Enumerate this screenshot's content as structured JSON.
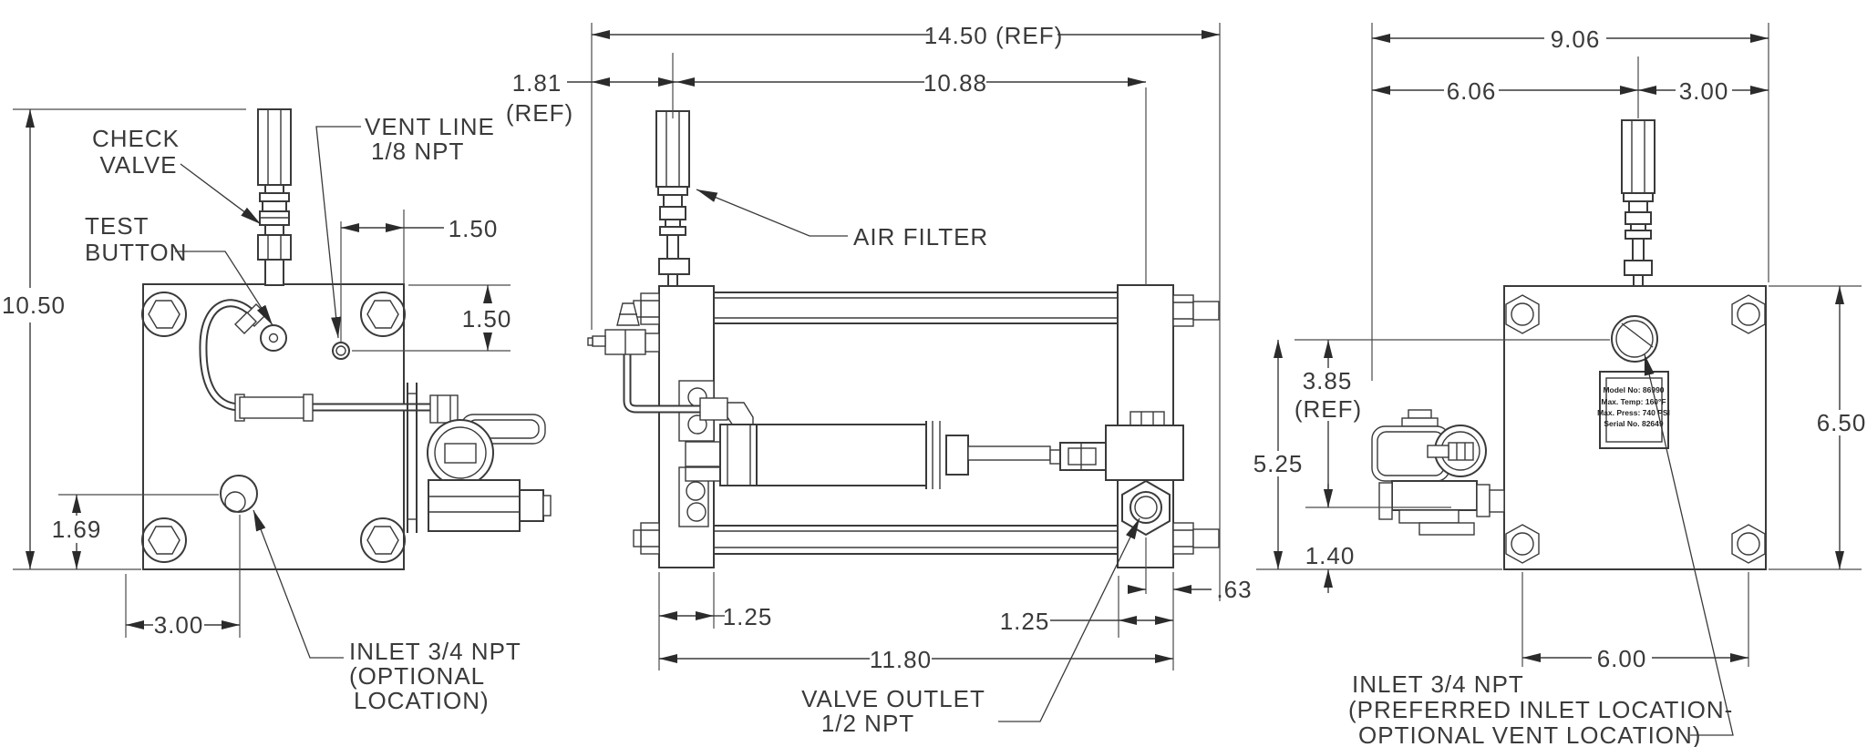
{
  "style": {
    "background": "#ffffff",
    "line_color": "#3a3a3a"
  },
  "front_view": {
    "dims": {
      "overall_height": "10.50",
      "vent_from_right": "1.50",
      "vent_from_top": "1.50",
      "inlet_from_bottom": "1.69",
      "inlet_from_left": "3.00"
    },
    "callouts": {
      "check_valve": [
        "CHECK",
        "VALVE"
      ],
      "test_button": [
        "TEST",
        "BUTTON"
      ],
      "vent_line": [
        "VENT LINE",
        "1/8 NPT"
      ],
      "inlet": [
        "INLET 3/4 NPT",
        "(OPTIONAL",
        "LOCATION)"
      ]
    }
  },
  "side_view": {
    "dims": {
      "overall_width": "14.50 (REF)",
      "filter_to_outlet": "10.88",
      "filter_offset": "1.81",
      "filter_offset_ref": "(REF)",
      "left_plate_width": "1.25",
      "right_plate_width": "1.25",
      "plate_span": "11.80",
      "outlet_from_edge": ".63"
    },
    "callouts": {
      "air_filter": "AIR FILTER",
      "valve_outlet": [
        "VALVE OUTLET",
        "1/2 NPT"
      ]
    }
  },
  "end_view": {
    "dims": {
      "overall_width": "9.06",
      "filter_from_left": "6.06",
      "filter_from_right": "3.00",
      "port_height": "3.85",
      "port_height_ref": "(REF)",
      "valve_center_height": "5.25",
      "outlet_to_base": "1.40",
      "plate_height": "6.50",
      "bolt_spacing": "6.00"
    },
    "callouts": {
      "inlet": [
        "INLET 3/4 NPT",
        "(PREFERRED INLET LOCATION-",
        "OPTIONAL VENT LOCATION)"
      ]
    },
    "nameplate": [
      "Model No: 86990",
      "Max. Temp: 160°F",
      "Max. Press: 740 PSI",
      "Serial No. 82649"
    ]
  }
}
